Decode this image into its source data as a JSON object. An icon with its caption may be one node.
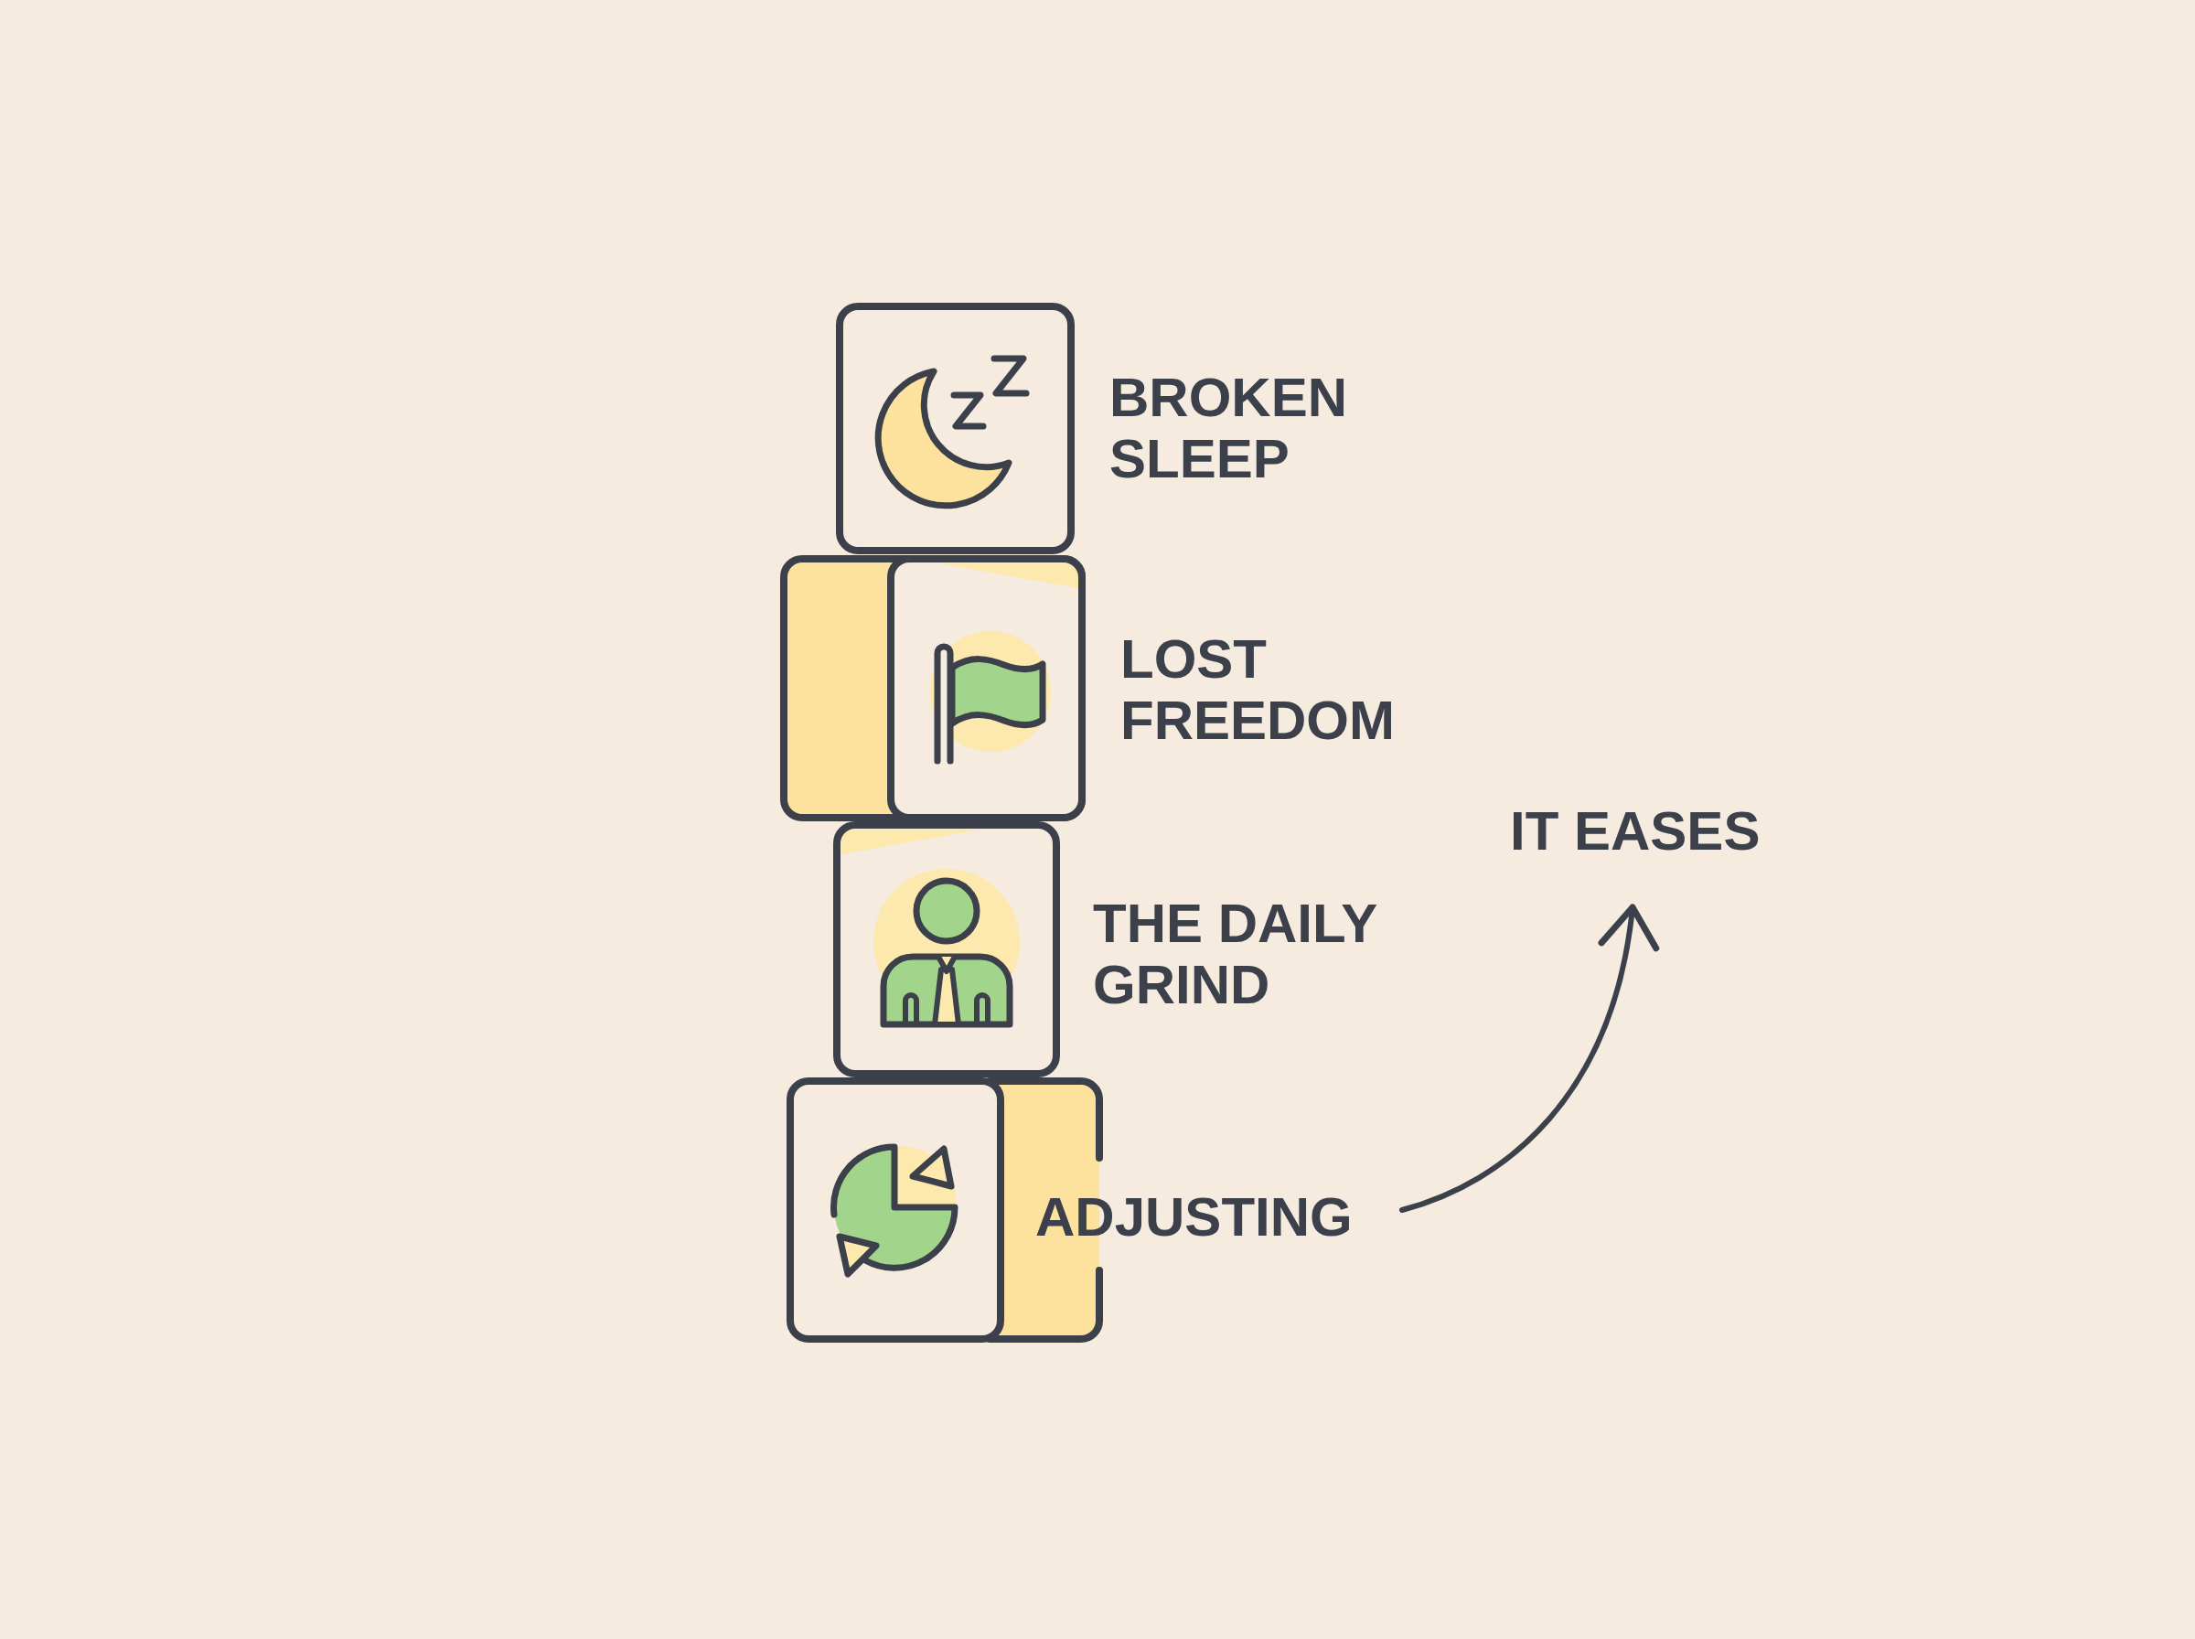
{
  "diagram": {
    "nodes": [
      {
        "text": [
          "BROKEN SLEEP"
        ]
      },
      {
        "text": [
          "LOST FREEDOM"
        ]
      },
      {
        "text": [
          "THE DAILY GRIND"
        ]
      },
      {
        "text": [
          "ADJUSTING"
        ]
      },
      {
        "text": [
          "IT EASES"
        ]
      }
    ],
    "edges": [
      {
        "from": 3,
        "to": 4,
        "arrow": "to"
      }
    ]
  }
}
